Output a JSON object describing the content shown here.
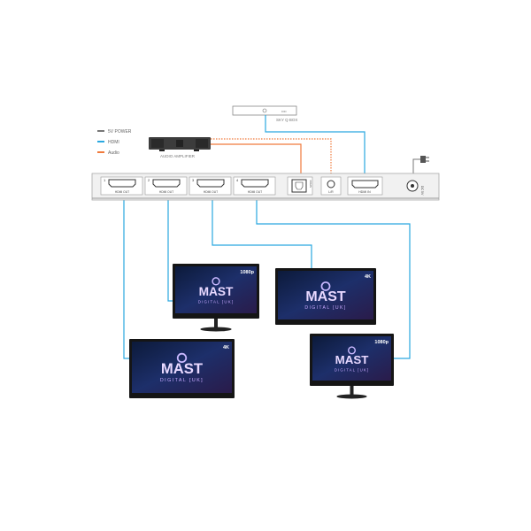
{
  "legend": [
    {
      "label": "5V POWER",
      "color": "#777777"
    },
    {
      "label": "HDMI",
      "color": "#2aa8e0"
    },
    {
      "label": "Audio",
      "color": "#f07a3c"
    }
  ],
  "devices": {
    "sky_box": "SKY Q BOX",
    "amplifier": "AUDIO AMPLIFIER"
  },
  "switch": {
    "ports": [
      {
        "number": "1",
        "label": "HDMI OUT"
      },
      {
        "number": "2",
        "label": "HDMI OUT"
      },
      {
        "number": "3",
        "label": "HDMI OUT"
      },
      {
        "number": "4",
        "label": "HDMI OUT"
      }
    ],
    "spdif": "SPDIF",
    "lr": "L/R",
    "hdmi_in": "HDMI IN",
    "dc": "DC 5V"
  },
  "monitors": [
    {
      "resolution": "1080p",
      "logo": "MAST",
      "logo_sub": "DIGITAL [UK]"
    },
    {
      "resolution": "4K",
      "logo": "MAST",
      "logo_sub": "DIGITAL [UK]"
    },
    {
      "resolution": "4K",
      "logo": "MAST",
      "logo_sub": "DIGITAL [UK]"
    },
    {
      "resolution": "1080p",
      "logo": "MAST",
      "logo_sub": "DIGITAL [UK]"
    }
  ],
  "colors": {
    "hdmi": "#2aa8e0",
    "audio": "#f07a3c",
    "power": "#777777"
  }
}
